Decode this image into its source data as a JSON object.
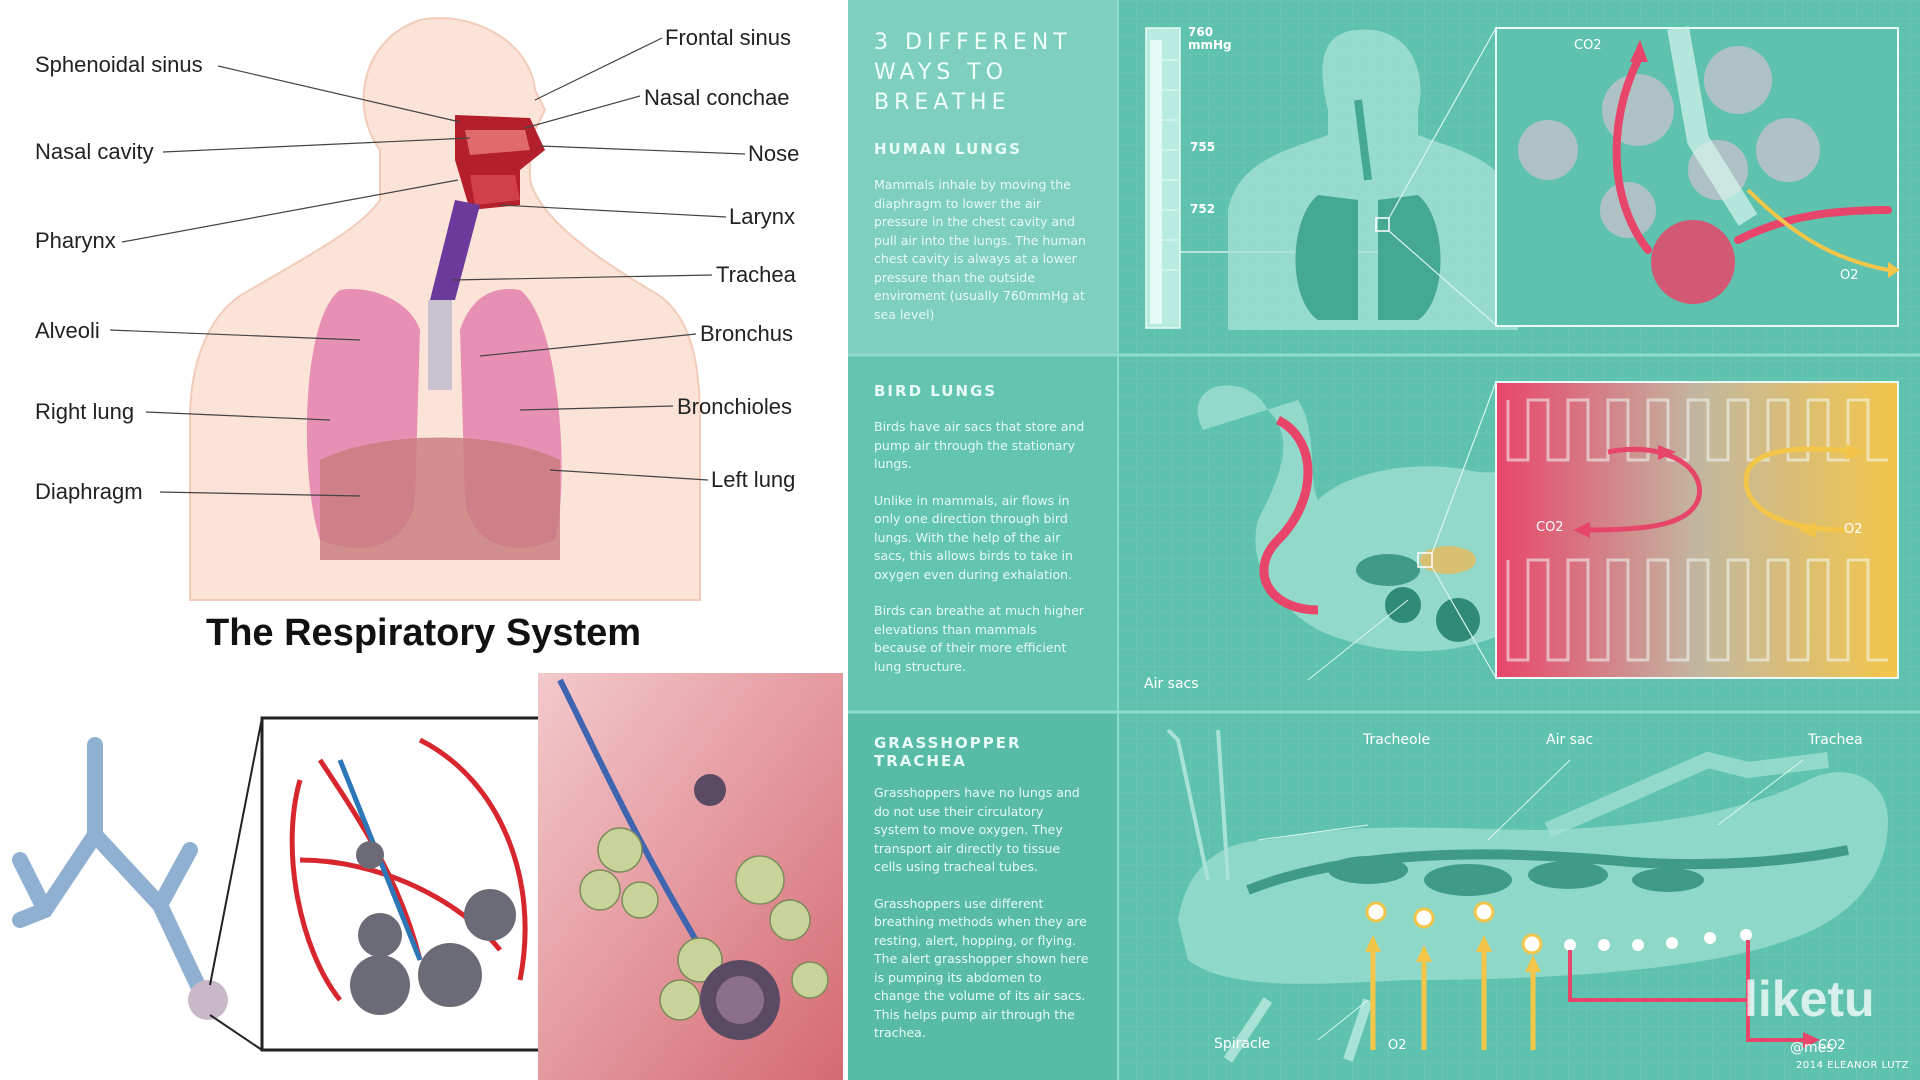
{
  "left": {
    "title": "The Respiratory System",
    "labels_left": [
      "Sphenoidal sinus",
      "Nasal cavity",
      "Pharynx",
      "Alveoli",
      "Right lung",
      "Diaphragm"
    ],
    "labels_right": [
      "Frontal sinus",
      "Nasal conchae",
      "Nose",
      "Larynx",
      "Trachea",
      "Bronchus",
      "Bronchioles",
      "Left lung"
    ]
  },
  "right": {
    "title_lines": [
      "3 DIFFERENT",
      "WAYS TO",
      "BREATHE"
    ],
    "human": {
      "heading": "HUMAN LUNGS",
      "body": "Mammals inhale by moving the diaphragm to lower the air pressure in the chest cavity and pull air into the lungs. The human chest cavity is always at a lower pressure than the outside enviroment (usually 760mmHg at sea level)",
      "gauge_top": "760",
      "gauge_unit": "mmHg",
      "gauge_ticks": [
        "755",
        "752"
      ],
      "co2": "CO2",
      "o2": "O2"
    },
    "bird": {
      "heading": "BIRD LUNGS",
      "body": [
        "Birds have air sacs that store and pump air through the stationary lungs.",
        "Unlike in mammals, air flows in only one direction through bird lungs. With the help of the air sacs, this allows birds to take in oxygen even during exhalation.",
        "Birds can breathe at much higher elevations than mammals because of their more efficient lung structure."
      ],
      "air_sacs": "Air sacs",
      "co2": "CO2",
      "o2": "O2"
    },
    "grasshopper": {
      "heading_lines": [
        "GRASSHOPPER",
        "TRACHEA"
      ],
      "body": [
        "Grasshoppers have no lungs and do not use their circulatory system to move oxygen. They transport air directly to tissue cells using tracheal tubes.",
        "Grasshoppers use different breathing methods when they are resting, alert, hopping, or flying. The alert grasshopper shown here is pumping its abdomen to change the volume of its air sacs. This helps pump air through the trachea."
      ],
      "labels": [
        "Tracheole",
        "Air sac",
        "Trachea",
        "Spiracle",
        "O2",
        "CO2"
      ]
    },
    "credit": "2014 ELEANOR LUTZ",
    "watermark": "liketu",
    "watermark_handle": "@mes"
  },
  "colors": {
    "teal_bg": "#5fc2ae",
    "teal_light": "#8fd9c8",
    "red": "#e8456a",
    "yellow": "#f3c64a"
  }
}
